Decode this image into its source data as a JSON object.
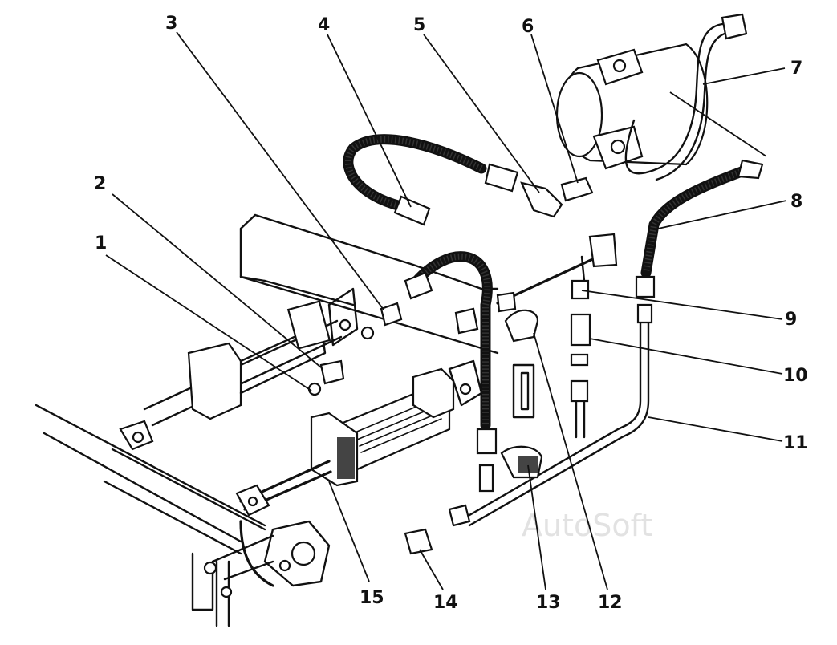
{
  "callouts": [
    {
      "id": "1",
      "text": "1"
    },
    {
      "id": "2",
      "text": "2"
    },
    {
      "id": "3",
      "text": "3"
    },
    {
      "id": "4",
      "text": "4"
    },
    {
      "id": "5",
      "text": "5"
    },
    {
      "id": "6",
      "text": "6"
    },
    {
      "id": "7",
      "text": "7"
    },
    {
      "id": "8",
      "text": "8"
    },
    {
      "id": "9",
      "text": "9"
    },
    {
      "id": "10",
      "text": "10"
    },
    {
      "id": "11",
      "text": "11"
    },
    {
      "id": "12",
      "text": "12"
    },
    {
      "id": "13",
      "text": "13"
    },
    {
      "id": "14",
      "text": "14"
    },
    {
      "id": "15",
      "text": "15"
    }
  ],
  "watermark": "AutoSoft",
  "colors": {
    "ink": "#111111",
    "paper": "#ffffff",
    "watermark": "#e2e2e2"
  }
}
